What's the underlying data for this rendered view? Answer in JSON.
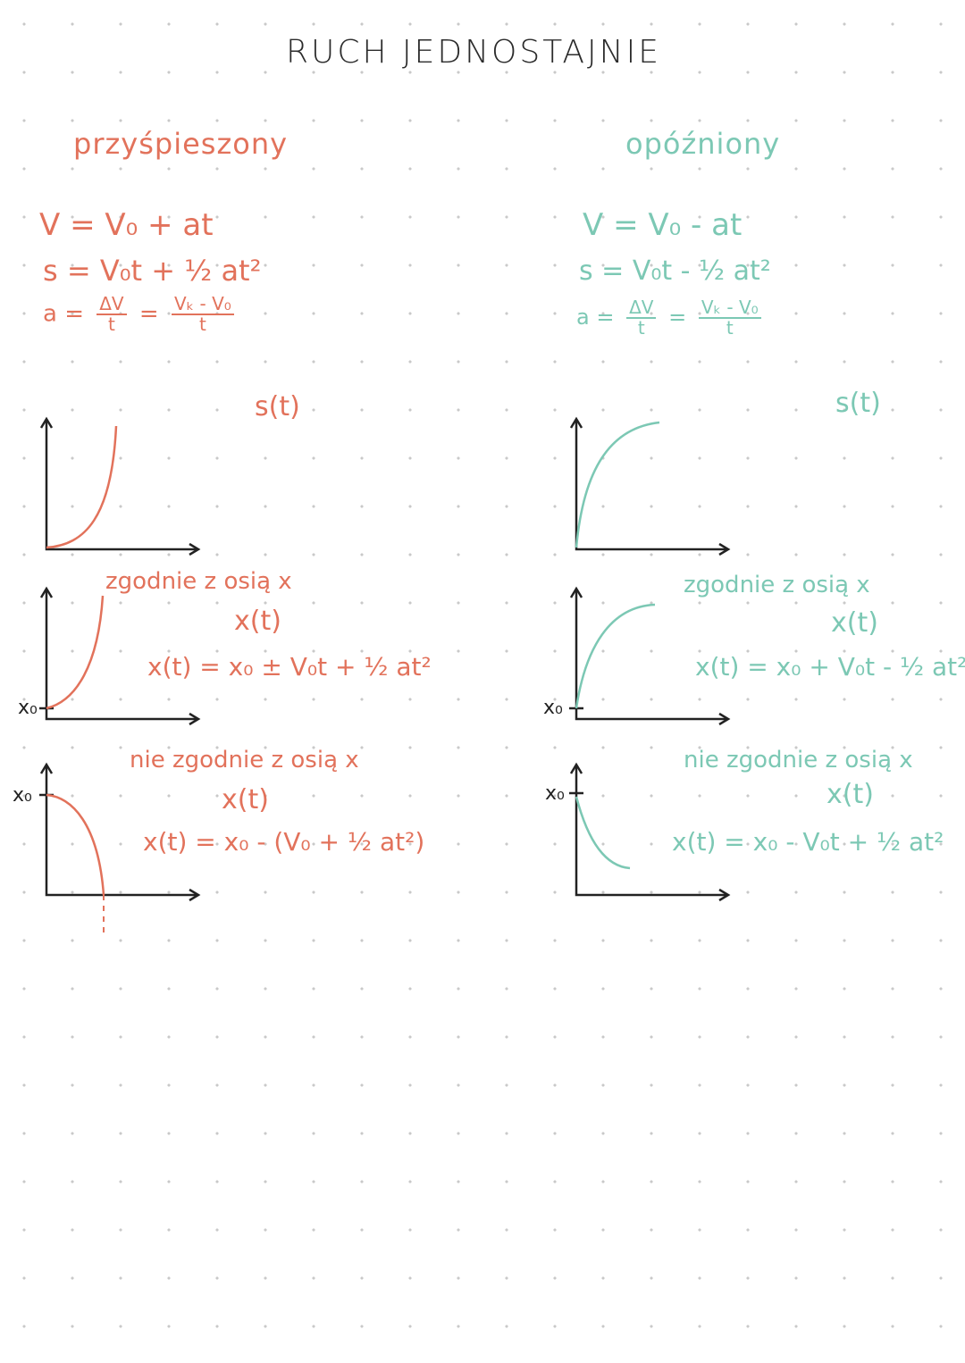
{
  "title": "RUCH JEDNOSTAJNIE",
  "colors": {
    "left": "#e2725b",
    "right": "#7cc8b4",
    "axis": "#222222"
  },
  "left": {
    "heading": "przyśpieszony",
    "formula_v": "V = V₀ + at",
    "formula_s": "s = V₀t + ½ at²",
    "formula_a_lhs": "a =",
    "formula_a_frac1_num": "ΔV",
    "formula_a_frac1_den": "t",
    "formula_a_eq": "=",
    "formula_a_frac2_num": "Vₖ - V₀",
    "formula_a_frac2_den": "t",
    "graph1_label": "s(t)",
    "section2_caption": "zgodnie z osią x",
    "section2_label": "x(t)",
    "section2_formula": "x(t) = x₀ ± V₀t + ½ at²",
    "x0_label": "x₀",
    "section3_caption": "nie zgodnie z osią x",
    "section3_label": "x(t)",
    "section3_formula": "x(t) = x₀ - (V₀ + ½ at²)"
  },
  "right": {
    "heading": "opóźniony",
    "formula_v": "V = V₀ - at",
    "formula_s": "s = V₀t - ½ at²",
    "formula_a_lhs": "a =",
    "formula_a_frac1_num": "ΔV",
    "formula_a_frac1_den": "t",
    "formula_a_eq": "=",
    "formula_a_frac2_num": "Vₖ - V₀",
    "formula_a_frac2_den": "t",
    "graph1_label": "s(t)",
    "section2_caption": "zgodnie z osią x",
    "section2_label": "x(t)",
    "section2_formula": "x(t) = x₀ + V₀t - ½ at²",
    "x0_label": "x₀",
    "section3_caption": "nie zgodnie z osią x",
    "section3_label": "x(t)",
    "section3_formula": "x(t) = x₀ - V₀t + ½ at²"
  }
}
